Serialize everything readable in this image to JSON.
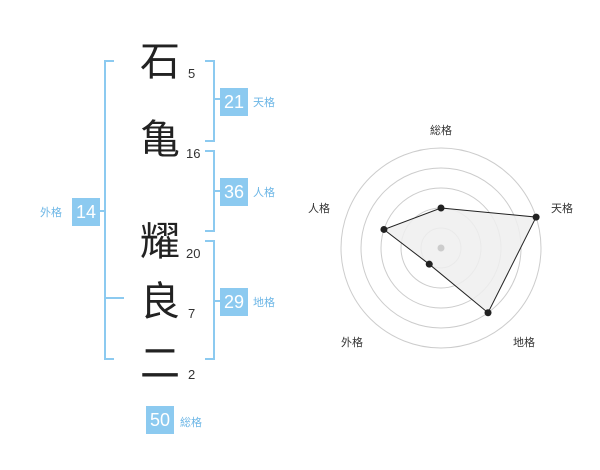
{
  "name": {
    "characters": [
      {
        "char": "石",
        "strokes": "5"
      },
      {
        "char": "亀",
        "strokes": "16"
      },
      {
        "char": "耀",
        "strokes": "20"
      },
      {
        "char": "良",
        "strokes": "7"
      },
      {
        "char": "二",
        "strokes": "2"
      }
    ]
  },
  "fortune": {
    "tenkaku": {
      "value": "21",
      "label": "天格"
    },
    "jinkaku": {
      "value": "36",
      "label": "人格"
    },
    "chikaku": {
      "value": "29",
      "label": "地格"
    },
    "gaikaku": {
      "value": "14",
      "label": "外格"
    },
    "soukaku": {
      "value": "50",
      "label": "総格"
    }
  },
  "radar": {
    "axes": [
      "総格",
      "天格",
      "地格",
      "外格",
      "人格"
    ],
    "levels": [
      1,
      2,
      3,
      4,
      5
    ],
    "values": [
      2,
      5,
      4,
      1,
      3
    ],
    "max": 5,
    "grid_color": "#cccccc",
    "fill_color": "#eeeeee",
    "line_color": "#222222"
  },
  "colors": {
    "accent": "#8ccaf0",
    "label": "#6cb6e6"
  }
}
